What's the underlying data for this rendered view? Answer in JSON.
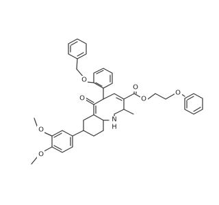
{
  "atoms": {
    "o_benzyl": "O",
    "o_ketone": "O",
    "o_ester_carbonyl": "O",
    "o_ester": "O",
    "o_phenoxy": "O",
    "o_methoxy_upper": "O",
    "o_methoxy_lower": "O",
    "n_ring": "N",
    "h_ring": "H"
  }
}
